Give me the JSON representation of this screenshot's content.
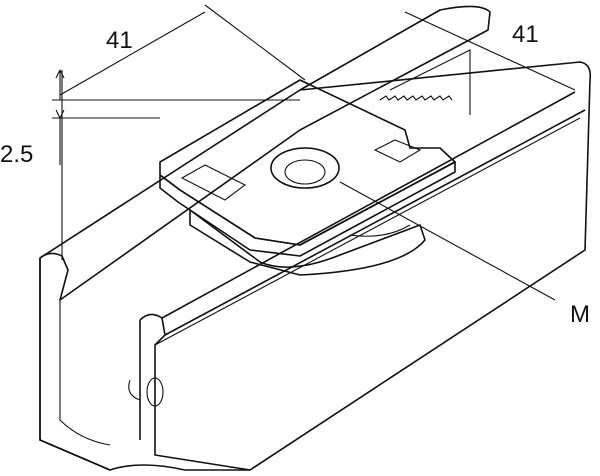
{
  "drawing": {
    "dimension_width_nut": "41",
    "dimension_width_channel": "41",
    "dimension_thickness": "2.5",
    "thread_label": "M"
  },
  "colors": {
    "line": "#111111",
    "nut_top": "#a9acaf",
    "nut_side": "#7d8084",
    "channel": "#ffffff"
  }
}
